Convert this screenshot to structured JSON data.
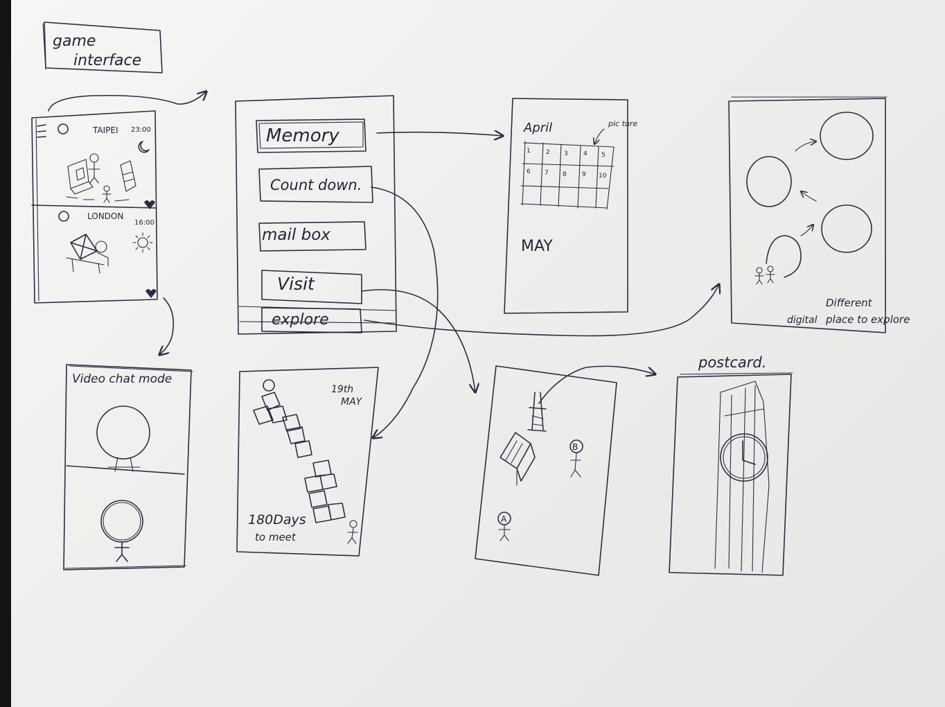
{
  "title": {
    "line1": "game",
    "line2": "interface"
  },
  "home_screen": {
    "city_top": "TAIPEI",
    "time_top": "23:00",
    "city_bottom": "LONDON",
    "time_bottom": "16:00"
  },
  "menu": {
    "items": [
      "Memory",
      "Count down.",
      "mail box",
      "Visit",
      "explore"
    ]
  },
  "calendar": {
    "month_top": "April",
    "note": "pic ture",
    "day_numbers": [
      "1",
      "2",
      "3",
      "4",
      "5",
      "6",
      "7",
      "8",
      "9",
      "10"
    ],
    "month_bottom": "MAY"
  },
  "explore_screen": {
    "caption_left": "digital",
    "caption_right_1": "Different",
    "caption_right_2": "place to explore"
  },
  "video_chat": {
    "label": "Video chat mode"
  },
  "countdown": {
    "date_day": "19th",
    "date_month": "MAY",
    "days_left": "180Days",
    "days_caption": "to meet"
  },
  "visit_screen": {
    "marker_a": "A",
    "marker_b": "B"
  },
  "postcard": {
    "label": "postcard."
  },
  "colors": {
    "ink": "#2b2b45",
    "paper": "#f2f2f0",
    "background": "#141414"
  }
}
